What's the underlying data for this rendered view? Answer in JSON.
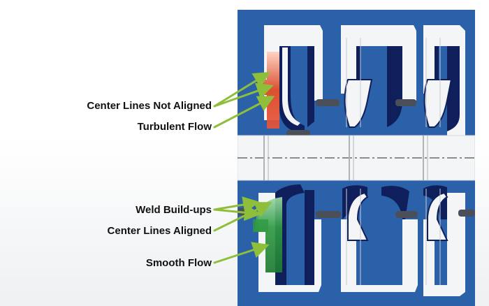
{
  "colors": {
    "background_blue": "#2b61a8",
    "casing_white": "#f4f5f6",
    "impeller_navy": "#0f1f5c",
    "turbulent_red": "#d9411f",
    "smooth_green": "#1e8a3a",
    "arrow_green": "#8fbf3a"
  },
  "labels": {
    "center_lines_not_aligned": "Center Lines Not Aligned",
    "turbulent_flow": "Turbulent Flow",
    "weld_buildups": "Weld Build-ups",
    "center_lines_aligned": "Center Lines Aligned",
    "smooth_flow": "Smooth Flow"
  }
}
